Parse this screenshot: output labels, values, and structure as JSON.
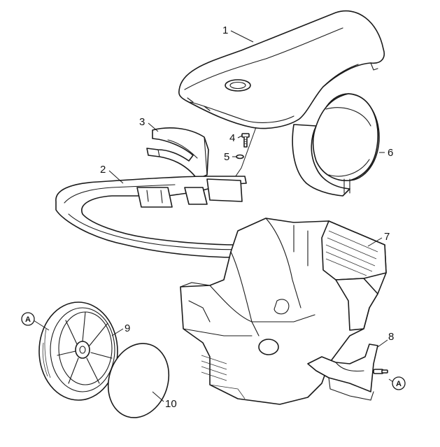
{
  "callouts": [
    {
      "id": "1",
      "text": "1"
    },
    {
      "id": "2",
      "text": "2"
    },
    {
      "id": "3",
      "text": "3"
    },
    {
      "id": "4",
      "text": "4"
    },
    {
      "id": "5",
      "text": "5"
    },
    {
      "id": "6",
      "text": "6"
    },
    {
      "id": "7",
      "text": "7"
    },
    {
      "id": "8",
      "text": "8"
    },
    {
      "id": "9",
      "text": "9"
    },
    {
      "id": "10",
      "text": "10"
    }
  ],
  "reference_marks": [
    {
      "id": "A-left",
      "text": "A"
    },
    {
      "id": "A-right",
      "text": "A"
    }
  ]
}
